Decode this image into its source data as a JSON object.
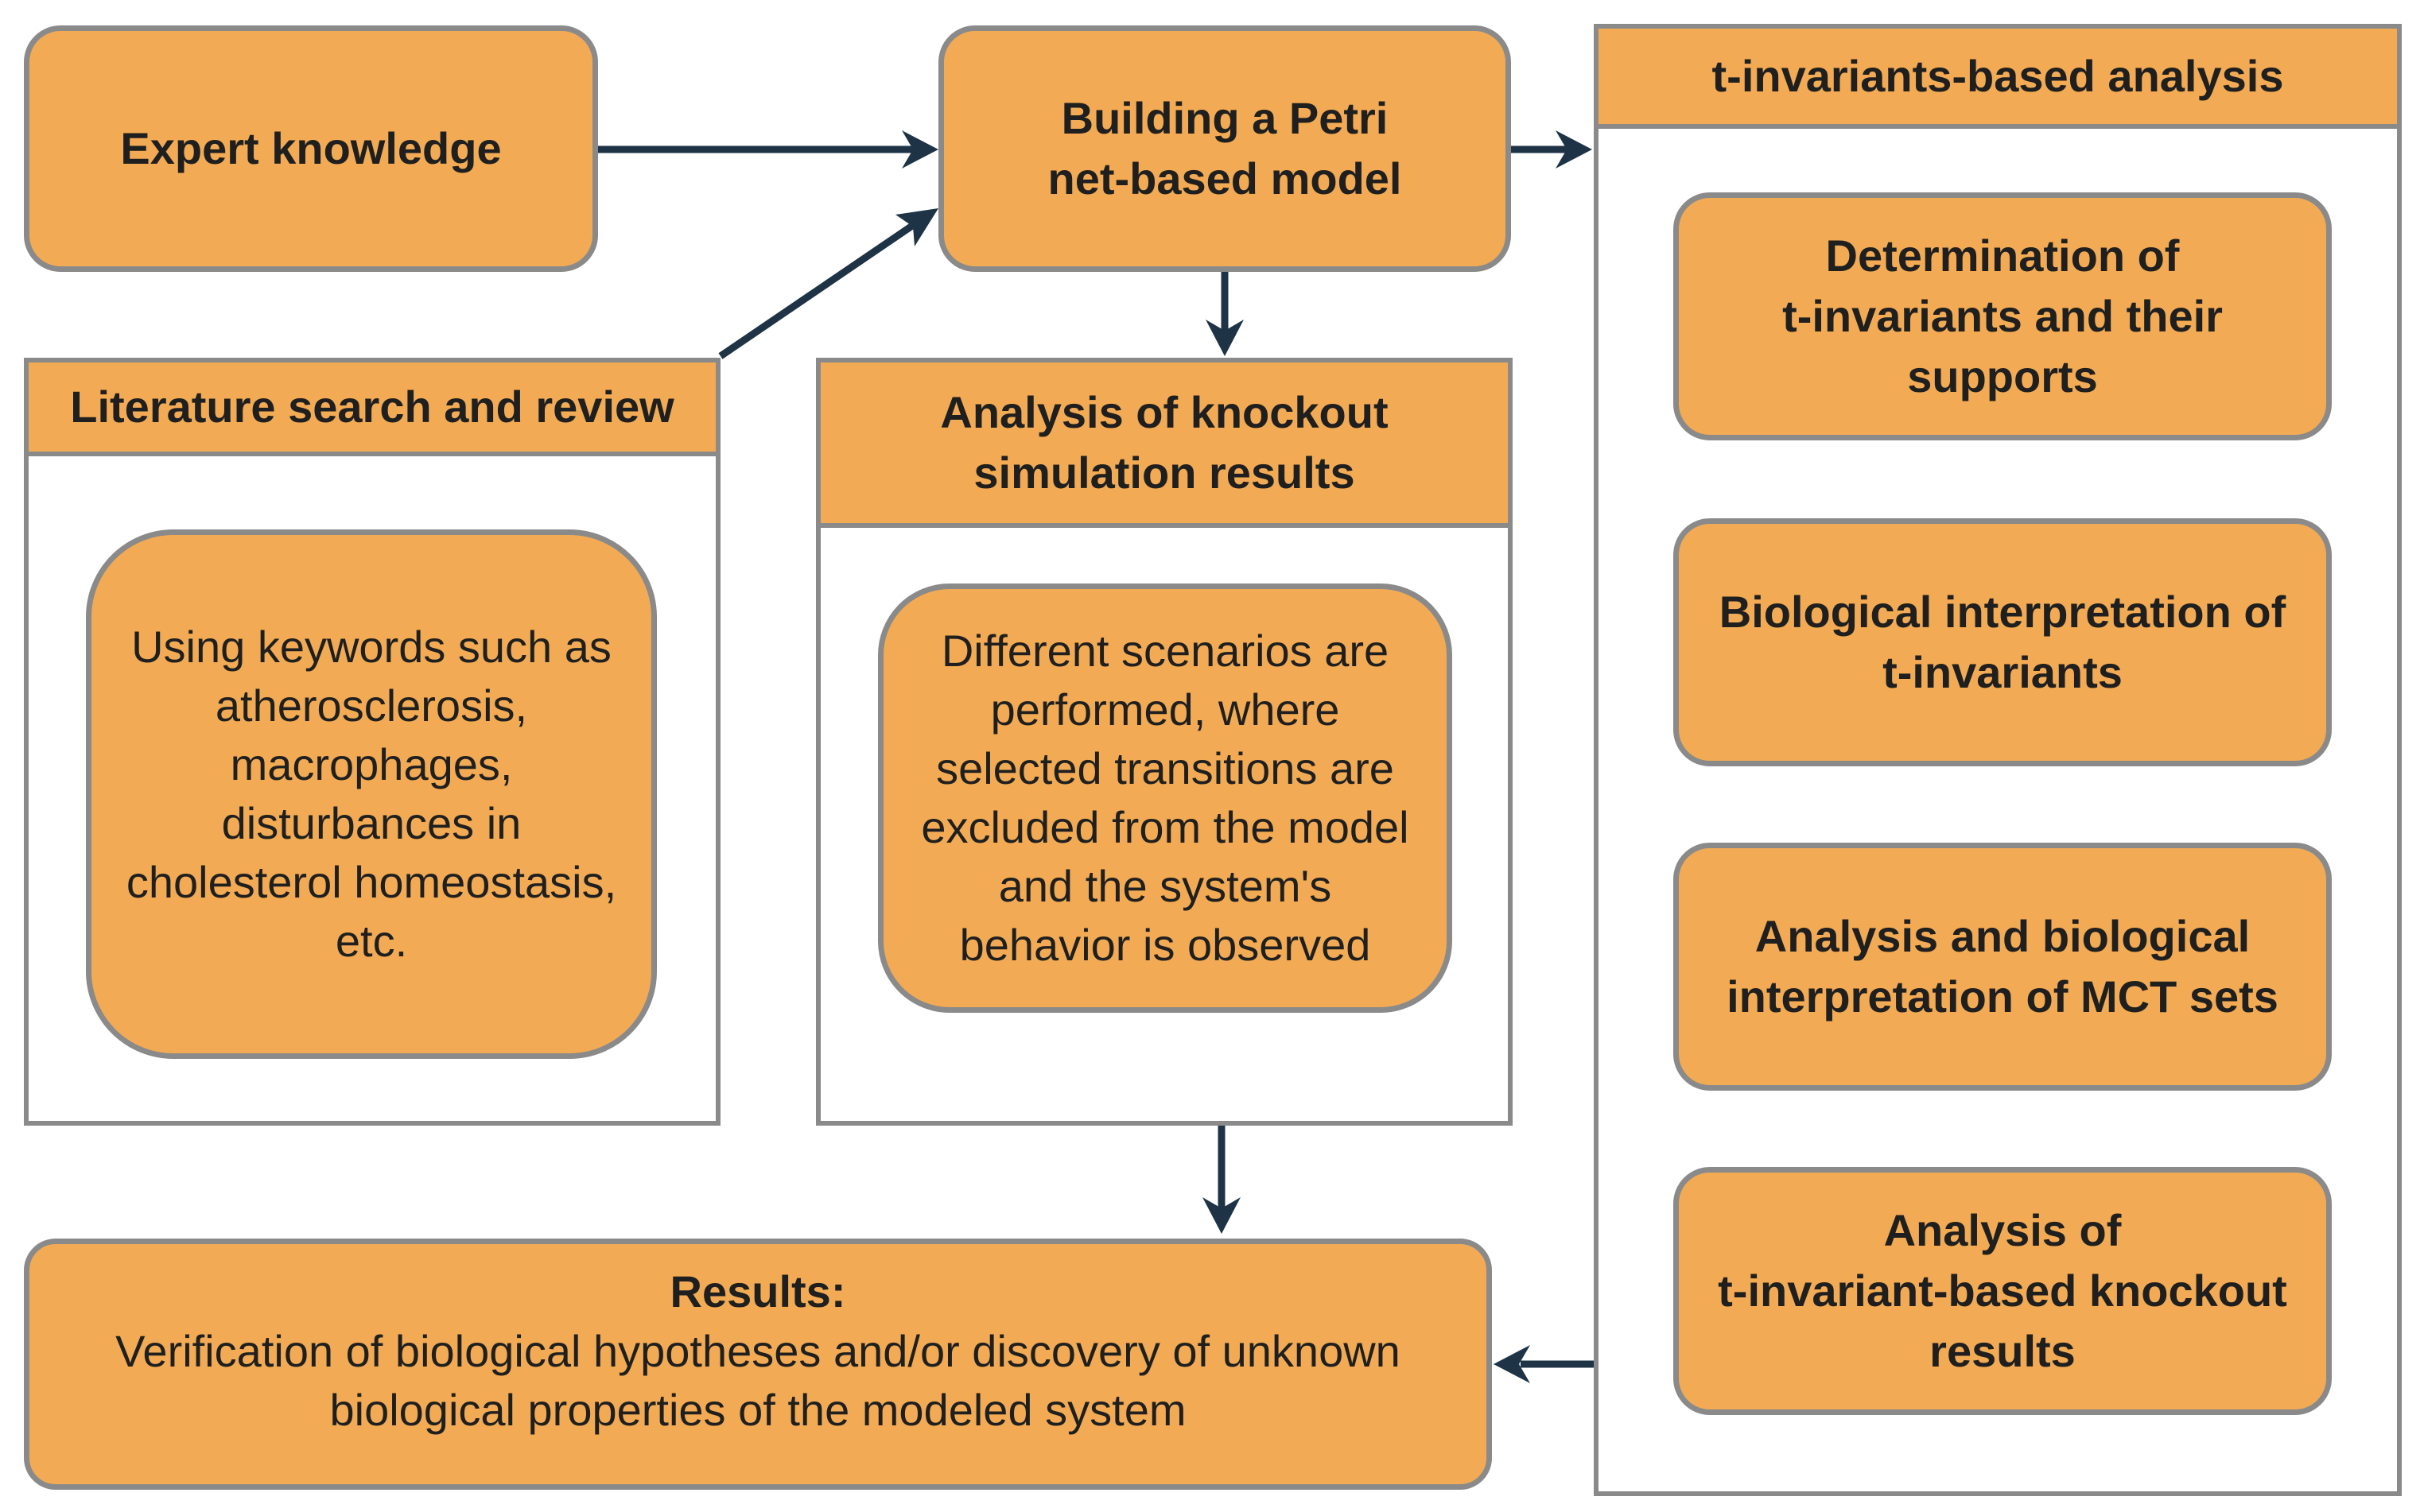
{
  "colors": {
    "box_fill": "#f2ab54",
    "border": "#8a8a8a",
    "arrow": "#1e3446",
    "text": "#1f1f1f"
  },
  "expert_knowledge": {
    "label": "Expert knowledge"
  },
  "petri_model": {
    "label": "Building a Petri\nnet-based model"
  },
  "literature": {
    "title": "Literature search and review",
    "body": "Using keywords such as\natherosclerosis,\nmacrophages,\ndisturbances in\ncholesterol homeostasis,\netc."
  },
  "knockout": {
    "title": "Analysis of knockout\nsimulation results",
    "body": "Different scenarios are\nperformed, where\nselected transitions are\nexcluded from the model\nand the system's\nbehavior is observed"
  },
  "tinv": {
    "title": "t-invariants-based analysis",
    "steps": [
      "Determination of\nt-invariants and their\nsupports",
      "Biological interpretation of\nt-invariants",
      "Analysis and biological\ninterpretation of MCT sets",
      "Analysis of\nt-invariant-based knockout\nresults"
    ]
  },
  "results": {
    "title": "Results:",
    "body": "Verification of biological hypotheses and/or discovery of unknown\nbiological properties of the modeled system"
  }
}
